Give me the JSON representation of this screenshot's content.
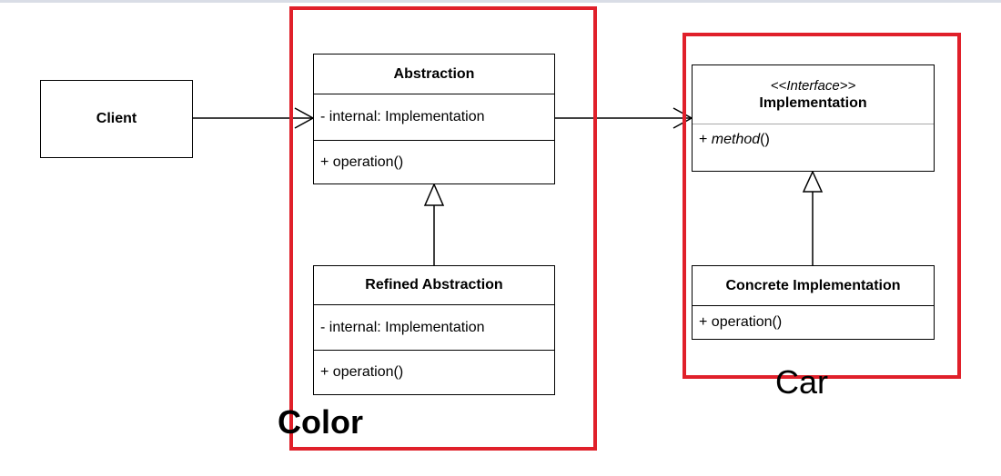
{
  "client": {
    "name": "Client"
  },
  "abstraction": {
    "name": "Abstraction",
    "field": "- internal: Implementation",
    "operation": "+ operation()"
  },
  "refined_abstraction": {
    "name": "Refined Abstraction",
    "field": "- internal: Implementation",
    "operation": "+ operation()"
  },
  "implementation": {
    "stereotype": "<<Interface>>",
    "name": "Implementation",
    "method_prefix": "+ ",
    "method_name": "method",
    "method_suffix": "()"
  },
  "concrete_implementation": {
    "name": "Concrete Implementation",
    "operation": "+ operation()"
  },
  "annotations": {
    "color_label": "Color",
    "car_label": "Car",
    "frame_color": "#e0202a"
  }
}
